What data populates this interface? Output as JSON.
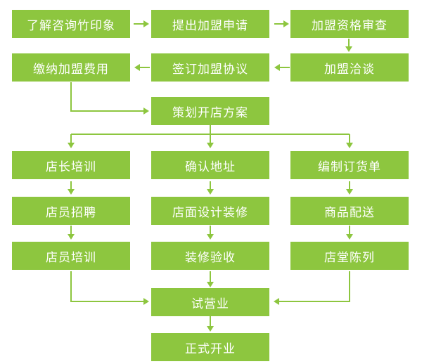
{
  "colors": {
    "box": "#8dc63f",
    "text": "#ffffff",
    "arrow": "#8dc63f",
    "background": "#ffffff"
  },
  "steps": {
    "understand_brand": "了解咨询竹印象",
    "submit_application": "提出加盟申请",
    "qualification_review": "加盟资格审查",
    "negotiation": "加盟洽谈",
    "sign_agreement": "签订加盟协议",
    "pay_fees": "缴纳加盟费用",
    "plan_opening": "策划开店方案",
    "manager_training": "店长培训",
    "confirm_address": "确认地址",
    "prepare_order": "编制订货单",
    "staff_recruit": "店员招聘",
    "store_design": "店面设计装修",
    "product_delivery": "商品配送",
    "staff_training": "店员培训",
    "decoration_acceptance": "装修验收",
    "store_display": "店堂陈列",
    "trial_operation": "试营业",
    "official_opening": "正式开业"
  }
}
